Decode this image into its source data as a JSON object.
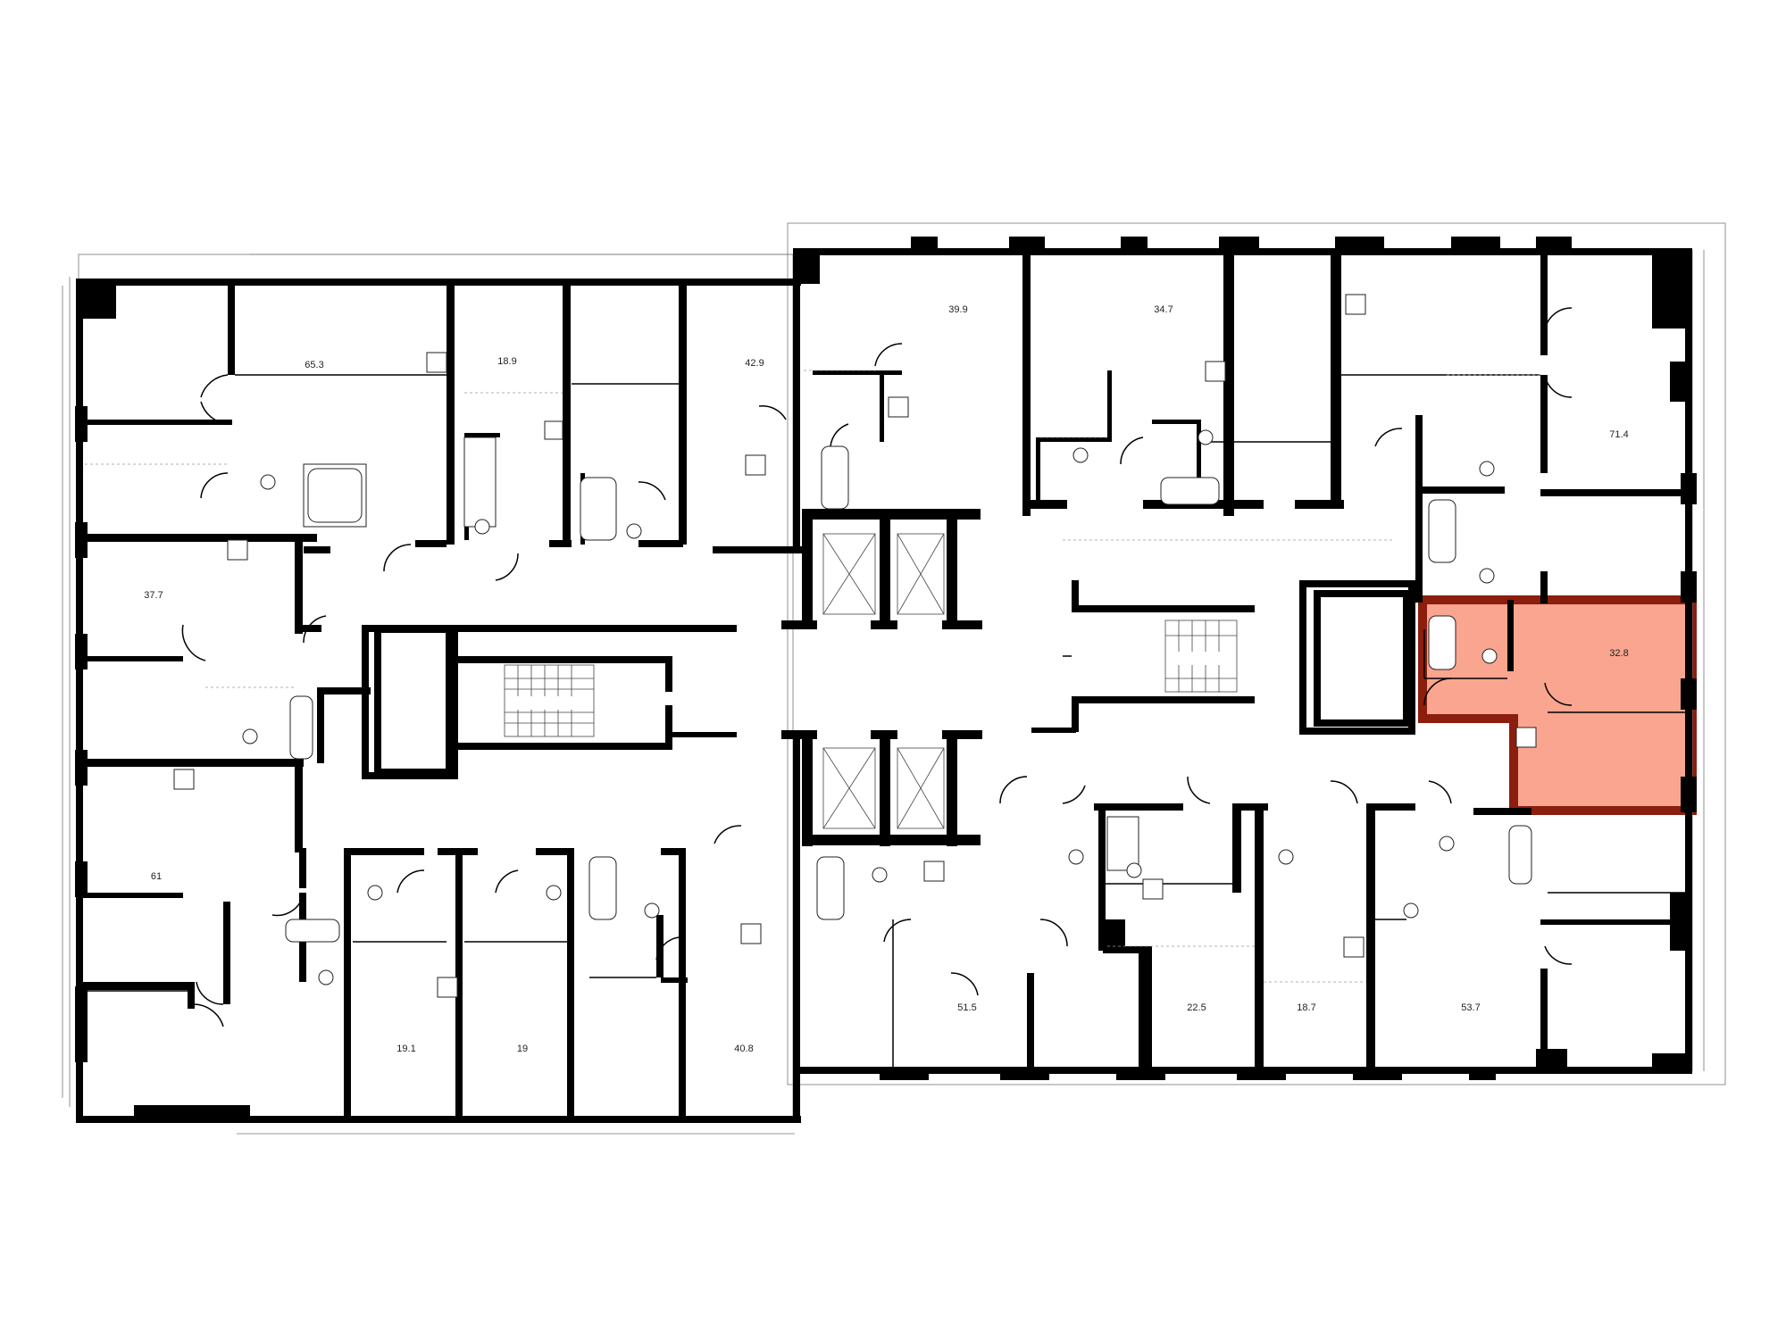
{
  "colors": {
    "walls": "#000000",
    "highlight_fill": "#f9a58f",
    "highlight_outline": "#8b1e0e",
    "background": "#ffffff"
  },
  "apartments": [
    {
      "id": "apt-65-3",
      "area": "65.3"
    },
    {
      "id": "apt-18-9",
      "area": "18.9"
    },
    {
      "id": "apt-42-9",
      "area": "42.9"
    },
    {
      "id": "apt-39-9",
      "area": "39.9"
    },
    {
      "id": "apt-34-7",
      "area": "34.7"
    },
    {
      "id": "apt-71-4",
      "area": "71.4"
    },
    {
      "id": "apt-37-7",
      "area": "37.7"
    },
    {
      "id": "apt-32-8",
      "area": "32.8",
      "highlighted": true
    },
    {
      "id": "apt-61",
      "area": "61"
    },
    {
      "id": "apt-19-1",
      "area": "19.1"
    },
    {
      "id": "apt-19",
      "area": "19"
    },
    {
      "id": "apt-40-8",
      "area": "40.8"
    },
    {
      "id": "apt-51-5",
      "area": "51.5"
    },
    {
      "id": "apt-22-5",
      "area": "22.5"
    },
    {
      "id": "apt-18-7",
      "area": "18.7"
    },
    {
      "id": "apt-53-7",
      "area": "53.7"
    }
  ]
}
